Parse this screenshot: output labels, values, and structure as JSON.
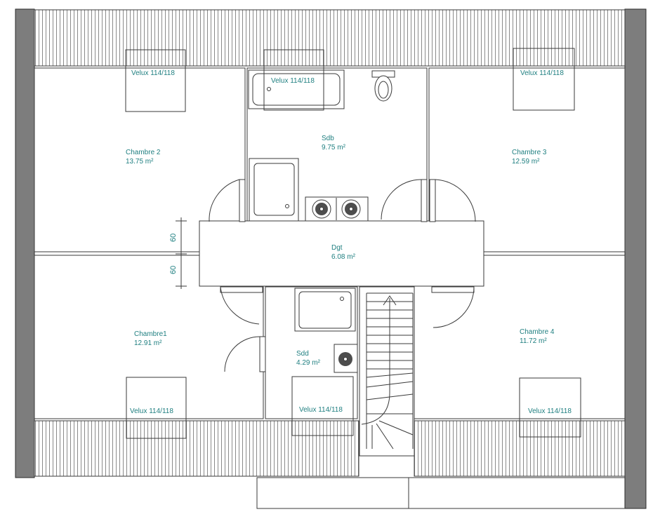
{
  "rooms": {
    "chambre2": {
      "name": "Chambre 2",
      "area": "13.75 m²"
    },
    "chambre3": {
      "name": "Chambre 3",
      "area": "12.59 m²"
    },
    "chambre1": {
      "name": "Chambre1",
      "area": "12.91 m²"
    },
    "chambre4": {
      "name": "Chambre 4",
      "area": "11.72 m²"
    },
    "sdb": {
      "name": "Sdb",
      "area": "9.75 m²"
    },
    "dgt": {
      "name": "Dgt",
      "area": "6.08 m²"
    },
    "sdd": {
      "name": "Sdd",
      "area": "4.29 m²"
    }
  },
  "windows": [
    {
      "label": "Velux 114/118"
    },
    {
      "label": "Velux 114/118"
    },
    {
      "label": "Velux 114/118"
    },
    {
      "label": "Velux 114/118"
    },
    {
      "label": "Velux 114/118"
    },
    {
      "label": "Velux 114/118"
    }
  ],
  "dimensions": {
    "upper": "60",
    "lower": "60"
  },
  "colors": {
    "wall": "#7d7d7d",
    "label": "#1f7f80",
    "roof_hatch": "#8a8a8a"
  }
}
